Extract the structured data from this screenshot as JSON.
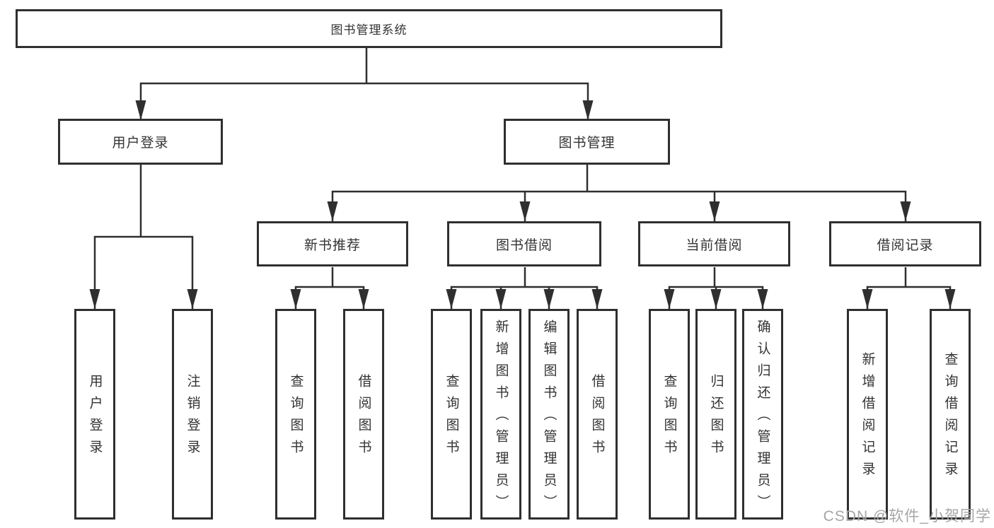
{
  "diagram": {
    "root": {
      "label": "图书管理系统"
    },
    "branches": [
      {
        "label": "用户登录",
        "children": [
          {
            "label": "用户登录"
          },
          {
            "label": "注销登录"
          }
        ]
      },
      {
        "label": "图书管理",
        "children": [
          {
            "label": "新书推荐",
            "children": [
              {
                "label": "查询图书"
              },
              {
                "label": "借阅图书"
              }
            ]
          },
          {
            "label": "图书借阅",
            "children": [
              {
                "label": "查询图书"
              },
              {
                "label": "新增图书（管理员）"
              },
              {
                "label": "编辑图书（管理员）"
              },
              {
                "label": "借阅图书"
              }
            ]
          },
          {
            "label": "当前借阅",
            "children": [
              {
                "label": "查询图书"
              },
              {
                "label": "归还图书"
              },
              {
                "label": "确认归还（管理员）"
              }
            ]
          },
          {
            "label": "借阅记录",
            "children": [
              {
                "label": "新增借阅记录"
              },
              {
                "label": "查询借阅记录"
              }
            ]
          }
        ]
      }
    ]
  },
  "watermark": {
    "text": "CSDN @软件_小贺同学"
  },
  "colors": {
    "line": "#2f2f2f",
    "text": "#333333",
    "watermark": "#a6a6a6",
    "background": "#ffffff"
  }
}
